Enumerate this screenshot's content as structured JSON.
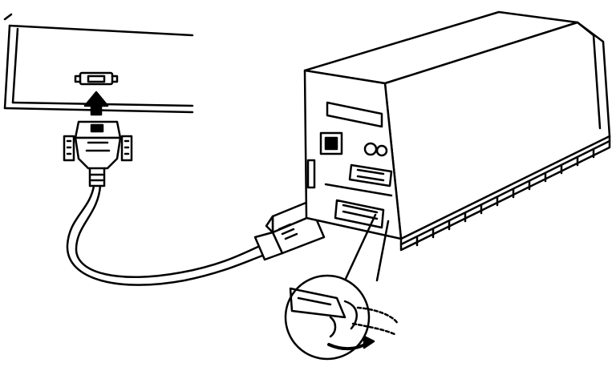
{
  "figure": {
    "type": "line-art installation diagram",
    "ink_color": "#000000",
    "background_color": "#ffffff",
    "labels": [],
    "icons": [
      "computer-case",
      "computer-port",
      "connect-arrow",
      "cable-plug-computer",
      "interface-cable",
      "cable-plug-device",
      "scanner-device",
      "scanner-interface-port",
      "clip-detail-magnifier",
      "clip-rotate-arrow"
    ]
  }
}
